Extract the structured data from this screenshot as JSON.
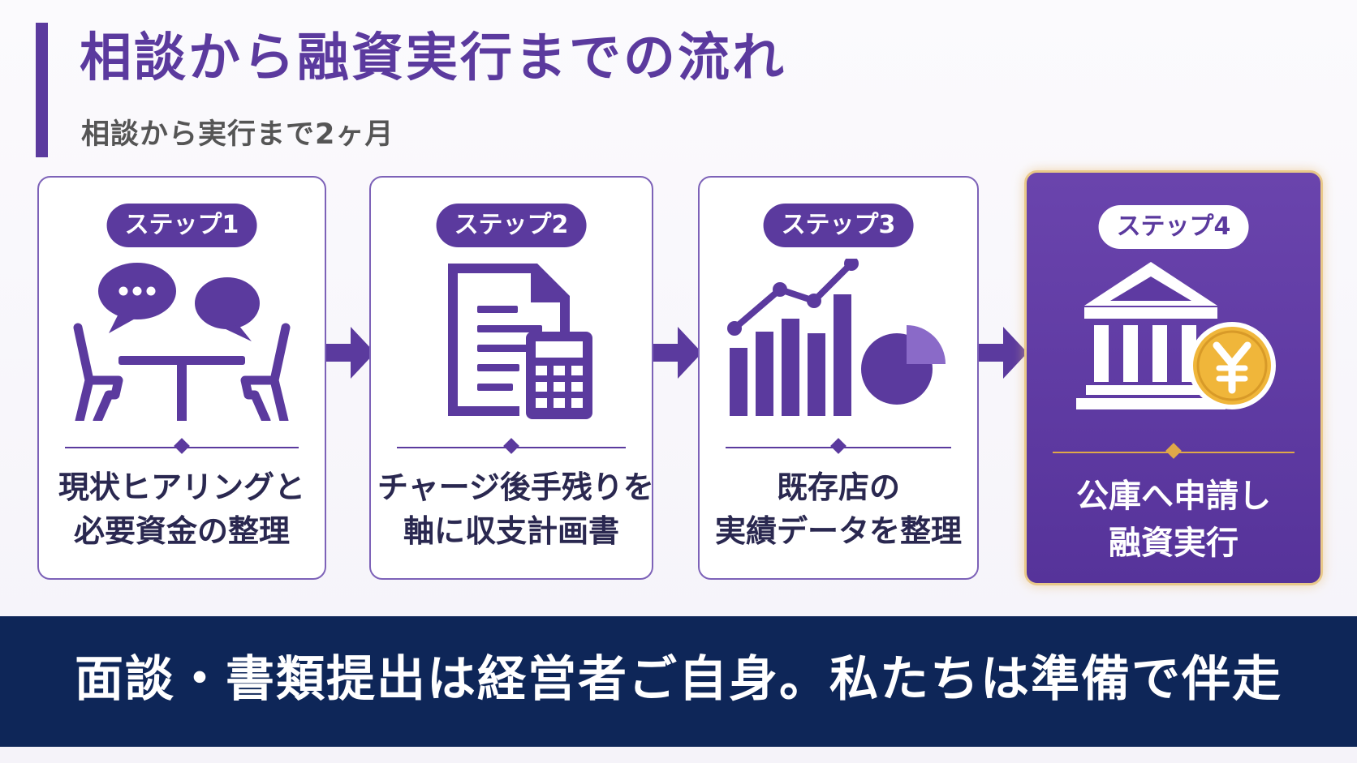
{
  "header": {
    "title": "相談から融資実行までの流れ",
    "subtitle": "相談から実行まで2ヶ月"
  },
  "steps": [
    {
      "badge": "ステップ1",
      "line1": "現状ヒアリングと",
      "line2": "必要資金の整理",
      "icon": "meeting-icon"
    },
    {
      "badge": "ステップ2",
      "line1": "チャージ後手残りを",
      "line2": "軸に収支計画書",
      "icon": "document-calculator-icon"
    },
    {
      "badge": "ステップ3",
      "line1": "既存店の",
      "line2": "実績データを整理",
      "icon": "chart-icon"
    },
    {
      "badge": "ステップ4",
      "line1": "公庫へ申請し",
      "line2": "融資実行",
      "icon": "bank-yen-icon",
      "highlighted": true
    }
  ],
  "footer": {
    "message": "面談・書類提出は経営者ご自身。私たちは準備で伴走"
  },
  "colors": {
    "primary": "#5b3a9e",
    "navy": "#0e2658",
    "gold": "#e0a848",
    "coin": "#f0b63a"
  }
}
